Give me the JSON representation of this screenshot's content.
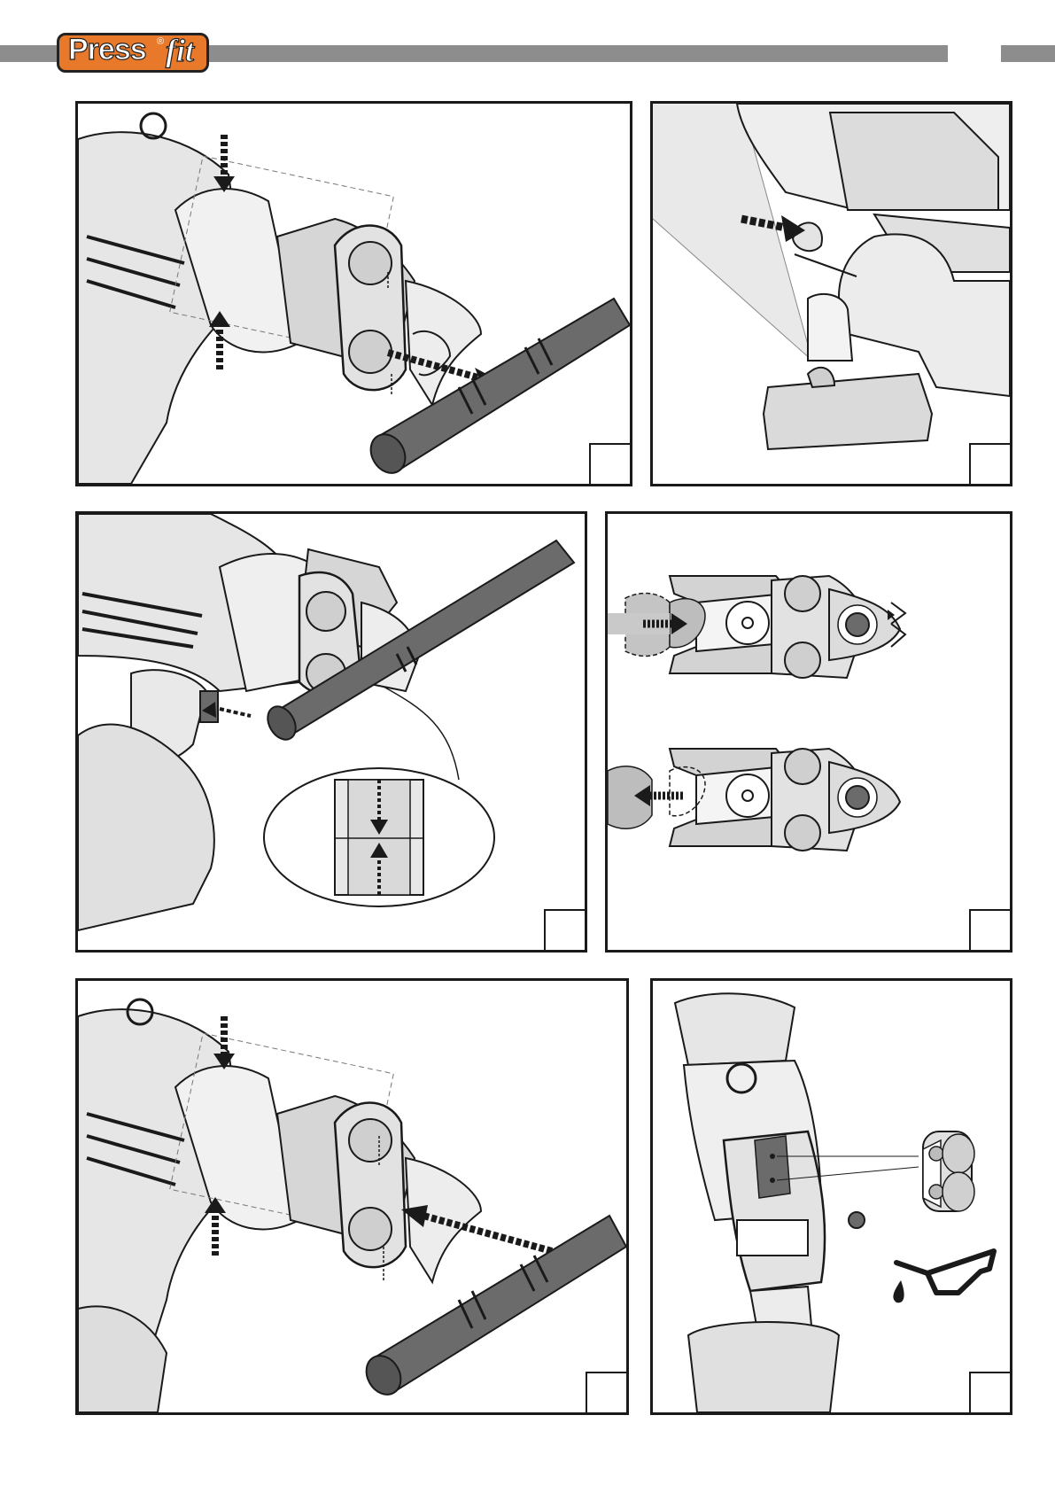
{
  "header": {
    "brand_main": "Press",
    "brand_script": "fit",
    "brand_registered": "®"
  },
  "colors": {
    "brand_orange": "#e8782a",
    "header_bar": "#8d8d8d",
    "ink": "#1a1a1a",
    "light_fill": "#e6e6e6",
    "mid_fill": "#cfcfcf",
    "pipe_fill": "#6b6b6b"
  },
  "figures": [
    {
      "id": "fig-1",
      "depicts": "insert-press-jaw"
    },
    {
      "id": "fig-2",
      "depicts": "battery-release-trigger"
    },
    {
      "id": "fig-3",
      "depicts": "press-pipe-alignment-detail"
    },
    {
      "id": "fig-4",
      "depicts": "jaw-pin-insert-remove"
    },
    {
      "id": "fig-5",
      "depicts": "remove-press-jaw"
    },
    {
      "id": "fig-6",
      "depicts": "lubricate-rollers-oil-can"
    }
  ]
}
